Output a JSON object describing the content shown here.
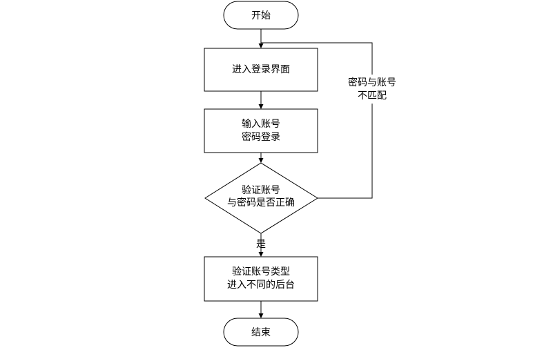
{
  "flowchart": {
    "start": {
      "label": "开始"
    },
    "step_login_page": {
      "label": "进入登录界面"
    },
    "step_input": {
      "lines": [
        "输入账号",
        "密码登录"
      ]
    },
    "decision_verify": {
      "lines": [
        "验证账号",
        "与密码是否正确"
      ]
    },
    "step_route": {
      "lines": [
        "验证账号类型",
        "进入不同的后台"
      ]
    },
    "end": {
      "label": "结束"
    },
    "edge_mismatch": {
      "lines": [
        "密码与账号",
        "不匹配"
      ]
    },
    "edge_yes": {
      "label": "是"
    }
  }
}
